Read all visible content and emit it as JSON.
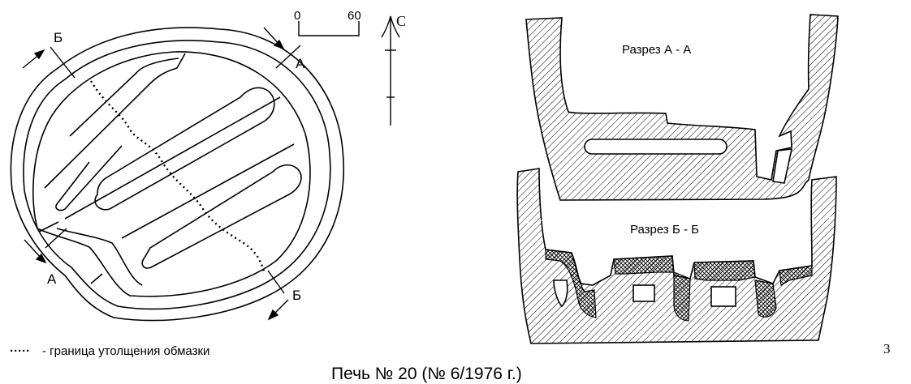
{
  "scale_bar": {
    "start_label": "0",
    "end_label": "60"
  },
  "north_arrow": {
    "label": "С"
  },
  "plan": {
    "section_marks": {
      "b_top": "Б",
      "a_top": "А",
      "a_bottom": "А",
      "b_bottom": "Б"
    }
  },
  "section_aa": {
    "title": "Разрез А - А"
  },
  "section_bb": {
    "title": "Разрез Б - Б"
  },
  "legend": {
    "symbol": "·····",
    "text": "- граница утолщения обмазки"
  },
  "figure_number": "3",
  "caption": "Печь № 20 (№ 6/1976 г.)",
  "colors": {
    "ink": "#000000",
    "background": "#ffffff"
  }
}
